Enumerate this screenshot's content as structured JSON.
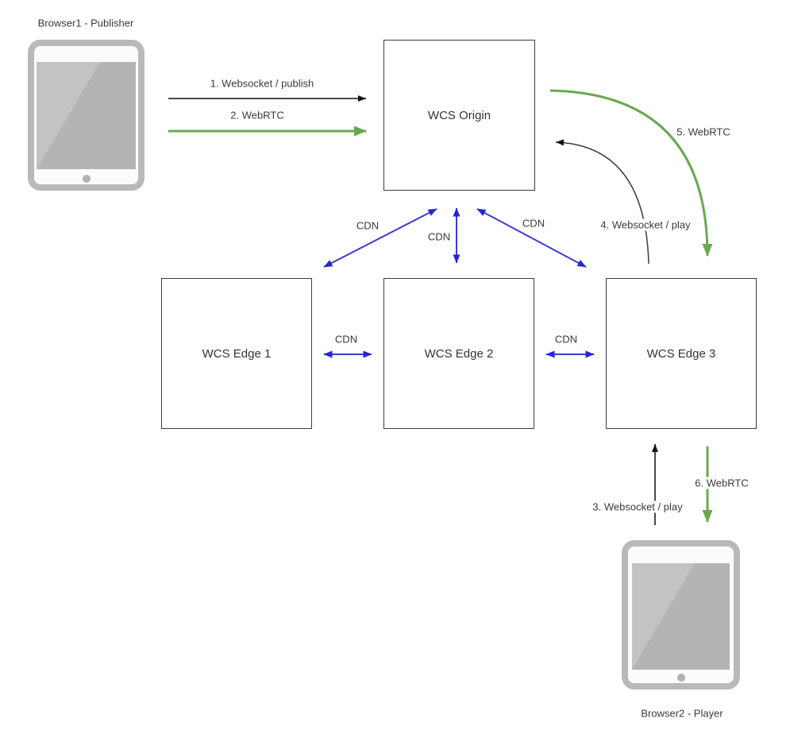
{
  "diagram": {
    "title_hint": "WCS CDN streaming diagram",
    "publisher": {
      "label": "Browser1 - Publisher",
      "icon": "tablet-icon"
    },
    "player": {
      "label": "Browser2 - Player",
      "icon": "tablet-icon"
    },
    "nodes": {
      "origin": "WCS Origin",
      "edge1": "WCS Edge 1",
      "edge2": "WCS Edge 2",
      "edge3": "WCS Edge 3"
    },
    "flows": {
      "f1": "1. Websocket / publish",
      "f2": "2. WebRTC",
      "f3": "3. Websocket / play",
      "f4": "4. Websocket / play",
      "f5": "5. WebRTC",
      "f6": "6. WebRTC"
    },
    "cdn_labels": [
      "CDN",
      "CDN",
      "CDN",
      "CDN",
      "CDN"
    ],
    "colors": {
      "green_arrow": "#6aa84f",
      "blue_arrow": "#3b3bd8",
      "dark_arrow": "#4a4a4a",
      "box_border": "#3c3c3c",
      "tablet_frame": "#b9b9b9",
      "tablet_screen": "#b4b4b4"
    }
  }
}
